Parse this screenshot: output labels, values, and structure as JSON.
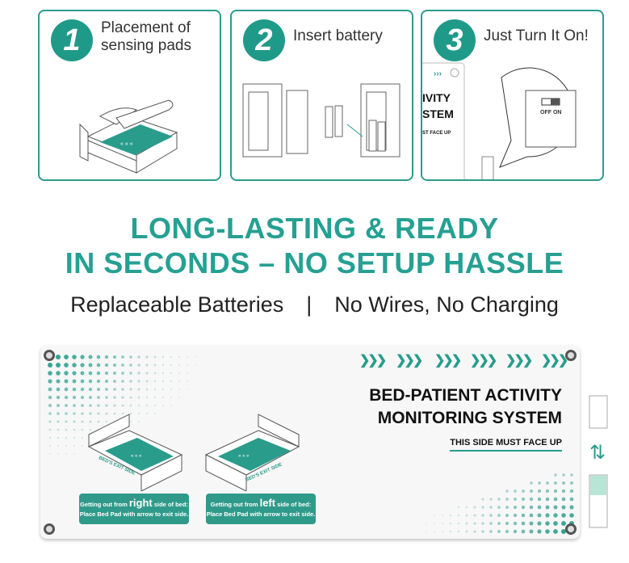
{
  "steps": [
    {
      "number": "1",
      "title_line1": "Placement of",
      "title_line2": "sensing pads"
    },
    {
      "number": "2",
      "title_line1": "Insert battery"
    },
    {
      "number": "3",
      "title_line1": "Just Turn It On!",
      "switch_label": "OFF ON",
      "device_text_1": "IVITY",
      "device_text_2": "STEM",
      "device_text_3": "ST FACE UP"
    }
  ],
  "headline": {
    "line1": "LONG-LASTING & READY",
    "line2": "IN SECONDS – NO SETUP HASSLE"
  },
  "features": [
    "Replaceable Batteries",
    "|",
    "No Wires, No Charging"
  ],
  "banner": {
    "title_line1": "BED-PATIENT ACTIVITY",
    "title_line2": "MONITORING SYSTEM",
    "face_up": "THIS SIDE MUST FACE UP",
    "chevron": "❯❯❯",
    "pad_label": "BED'S EXIT SIDE",
    "note_right": {
      "pre": "Getting out from ",
      "side": "right",
      "post": " side of bed:",
      "line2": "Place Bed Pad with arrow to exit side."
    },
    "note_left": {
      "pre": "Getting out from ",
      "side": "left",
      "post": " side of bed:",
      "line2": "Place Bed Pad with arrow to exit side."
    }
  },
  "colors": {
    "teal": "#1f9a89",
    "headline": "#25a092"
  }
}
